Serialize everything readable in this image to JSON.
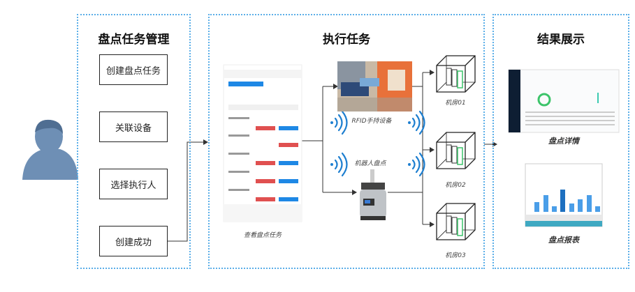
{
  "panels": {
    "task_management": {
      "title": "盘点任务管理",
      "steps": [
        "创建盘点任务",
        "关联设备",
        "选择执行人",
        "创建成功"
      ]
    },
    "execution": {
      "title": "执行任务",
      "phone_caption": "查看盘点任务",
      "handheld_label": "RFID手持设备",
      "robot_label": "机器人盘点",
      "rooms": [
        "机房01",
        "机房02",
        "机房03"
      ]
    },
    "results": {
      "title": "结果展示",
      "detail_label": "盘点详情",
      "report_label": "盘点报表"
    }
  },
  "icons": {
    "person": "user-avatar-icon",
    "wireless": "wifi-signal-icon",
    "room": "server-room-icon"
  },
  "colors": {
    "border": "#5aaee8",
    "accent": "#1e88e5",
    "room_highlight": "#3cc46a",
    "danger": "#e05050"
  }
}
